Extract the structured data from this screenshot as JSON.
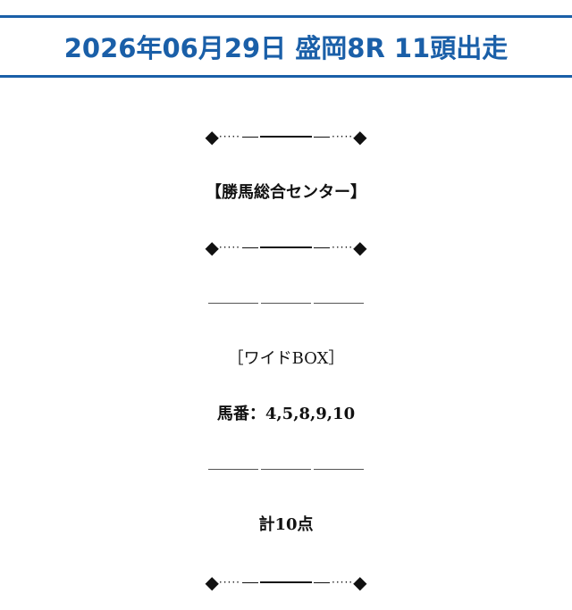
{
  "header": {
    "title": "2026年06月29日 盛岡8R 11頭出走"
  },
  "ornament": {
    "diamond": "◆",
    "dots_left": "·····",
    "dots_right": "·····"
  },
  "content": {
    "center_name": "【勝馬総合センター】",
    "bet_type": "［ワイドBOX］",
    "horse_numbers": "馬番：4,5,8,9,10",
    "total": "計10点"
  }
}
